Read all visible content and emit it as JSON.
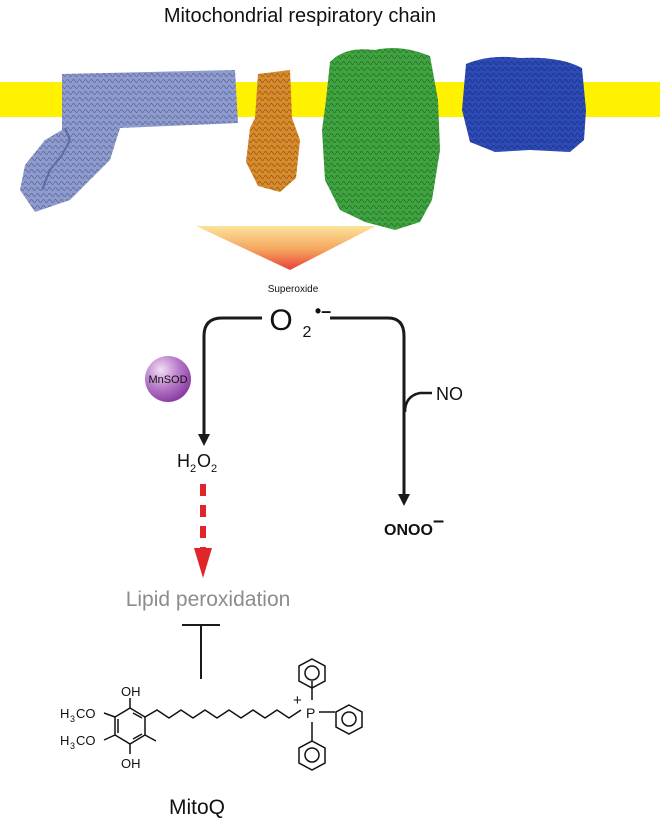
{
  "title": "Mitochondrial respiratory chain",
  "superoxide": {
    "label": "Superoxide",
    "formula_main": "O",
    "formula_sub": "2",
    "formula_charge": "•–"
  },
  "enzyme": {
    "label": "MnSOD"
  },
  "h2o2": {
    "h1": "H",
    "s1": "2",
    "h2": "O",
    "s2": "2"
  },
  "no": {
    "label": "NO"
  },
  "peroxynitrite": {
    "label": "ONOO",
    "charge": "–"
  },
  "lipid": {
    "label": "Lipid peroxidation"
  },
  "mitoq": {
    "name": "MitoQ",
    "oh_top": "OH",
    "oh_bottom": "OH",
    "h3co_1": {
      "a": "H",
      "sub": "3",
      "b": "CO"
    },
    "h3co_2": {
      "a": "H",
      "sub": "3",
      "b": "CO"
    },
    "phosphorus": "P",
    "plus": "+"
  },
  "colors": {
    "membrane": "#FFF200",
    "complex1": "#8E9BD0",
    "complex3": "#D98A2B",
    "complex4": "#3FA33F",
    "complex5": "#2C4BB8",
    "funnel_top": "#FCE39A",
    "funnel_bottom": "#E8403A",
    "enzyme_light": "#E6C8EC",
    "enzyme_dark": "#8E3FA5",
    "inhibition_arrow": "#E0262B",
    "lipid_text": "#8C8C8C",
    "line": "#1a1a1a"
  }
}
